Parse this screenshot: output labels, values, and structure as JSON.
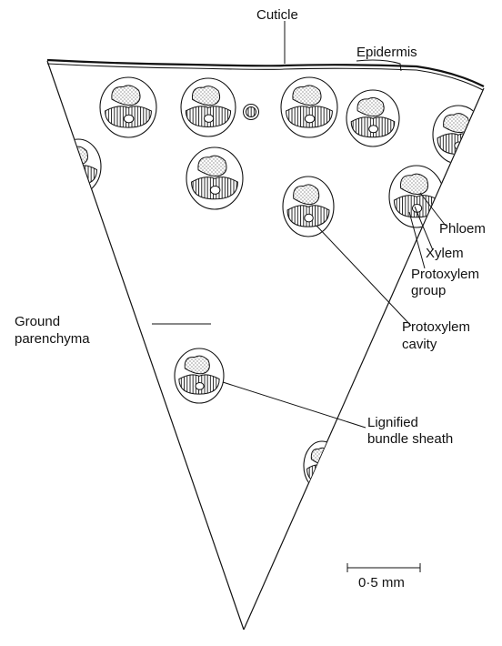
{
  "labels": {
    "cuticle": "Cuticle",
    "epidermis": "Epidermis",
    "phloem": "Phloem",
    "xylem": "Xylem",
    "protoxylem_group": [
      "Protoxylem",
      "group"
    ],
    "ground_parenchyma": [
      "Ground",
      "parenchyma"
    ],
    "protoxylem_cavity": [
      "Protoxylem",
      "cavity"
    ],
    "lignified_bundle_sheath": [
      "Lignified",
      "bundle sheath"
    ]
  },
  "scale_bar": {
    "label": "0·5 mm"
  },
  "colors": {
    "ink": "#111111",
    "paper": "#ffffff"
  }
}
